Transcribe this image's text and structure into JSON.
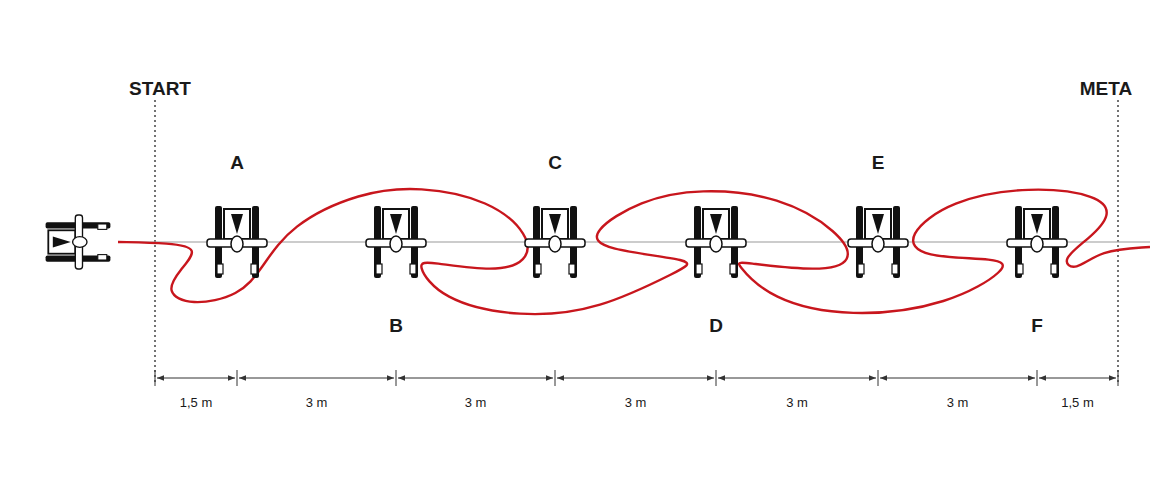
{
  "diagram": {
    "labels": [
      "START",
      "META",
      "A",
      "C",
      "E",
      "B",
      "D",
      "F",
      "1,5 m",
      "3 m",
      "3 m",
      "3 m",
      "3 m",
      "3 m",
      "1,5 m"
    ]
  }
}
